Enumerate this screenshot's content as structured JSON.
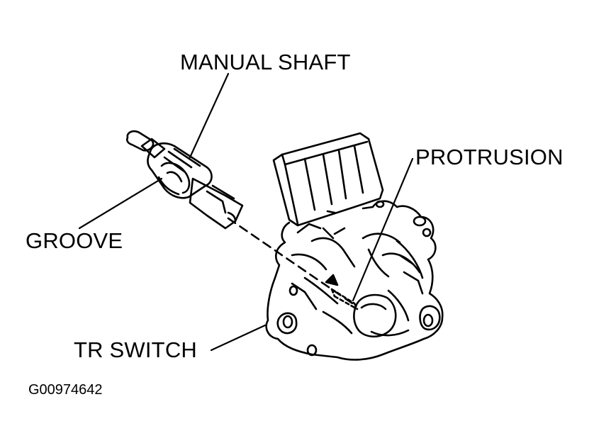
{
  "labels": {
    "manual_shaft": "MANUAL SHAFT",
    "protrusion": "PROTRUSION",
    "groove": "GROOVE",
    "tr_switch": "TR SWITCH"
  },
  "figure_id": "G00974642",
  "colors": {
    "ink": "#000000",
    "background": "#ffffff"
  }
}
